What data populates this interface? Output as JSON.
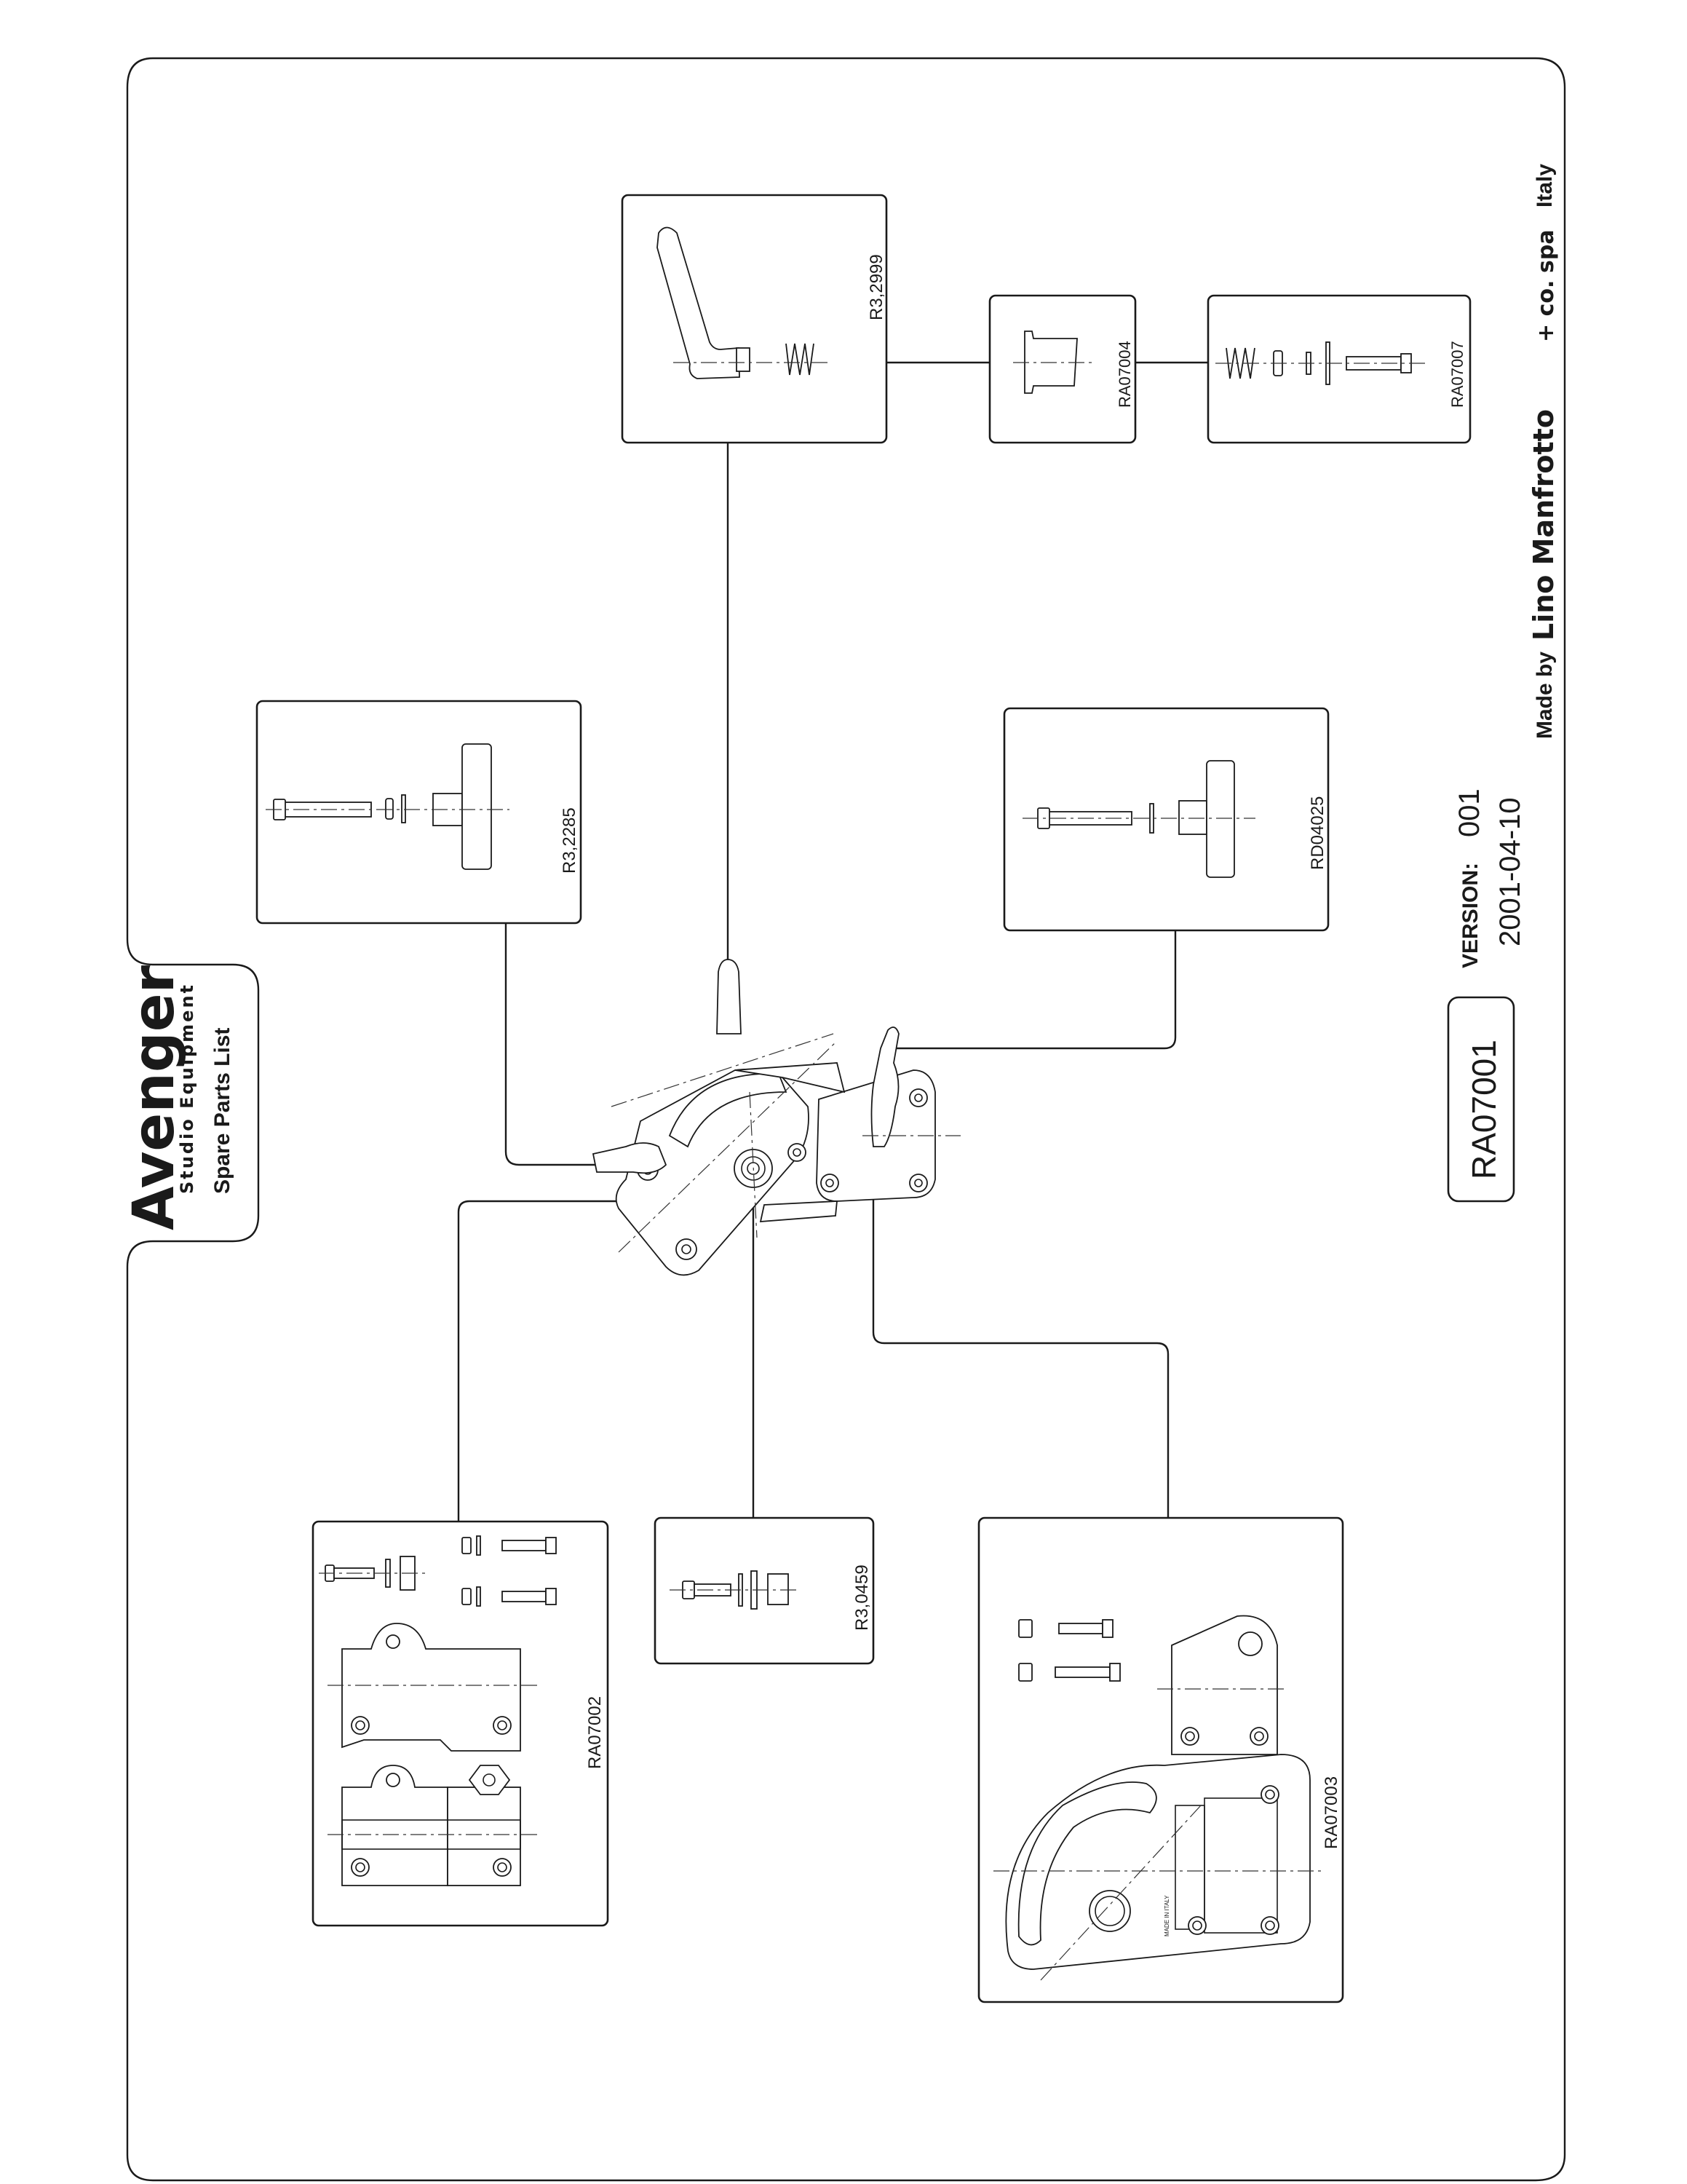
{
  "title_block": {
    "brand": "Avenger",
    "subtitle": "Studio Equipment",
    "document": "Spare Parts List"
  },
  "version": {
    "label": "VERSION:",
    "number": "001",
    "date": "2001-04-10"
  },
  "assembly_code": "RA07001",
  "maker": {
    "prefix": "Made by",
    "name": "Lino Manfrotto",
    "suffix": "+ co.",
    "spa": "spa",
    "country": "Italy"
  },
  "made_in_mark": "MADE IN ITALY",
  "parts": [
    {
      "code": "R3,2999"
    },
    {
      "code": "RA07004"
    },
    {
      "code": "RA07007"
    },
    {
      "code": "R3,2285"
    },
    {
      "code": "RD04025"
    },
    {
      "code": "RA07002"
    },
    {
      "code": "R3,0459"
    },
    {
      "code": "RA07003"
    }
  ]
}
